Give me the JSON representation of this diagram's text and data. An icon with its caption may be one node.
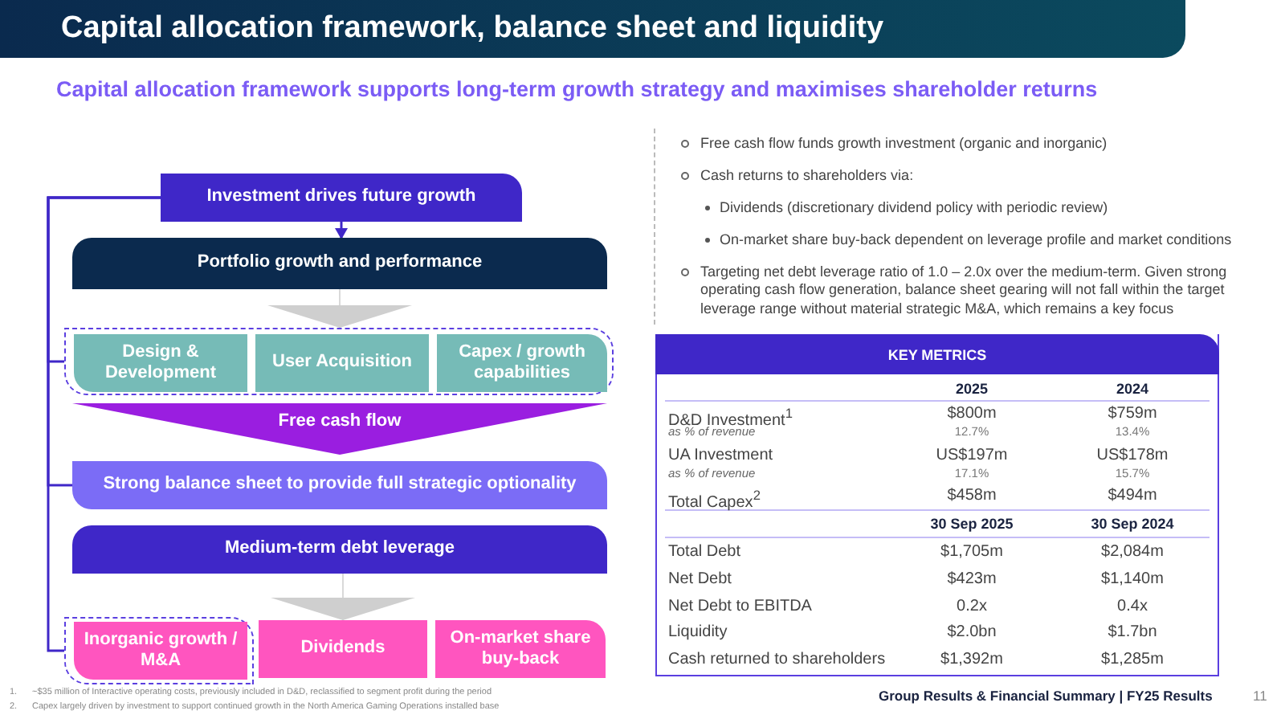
{
  "diagram": {
    "title": "Capital allocation framework, balance sheet and liquidity",
    "nodes": [
      {
        "text": [
          "Investment drives future growth"
        ]
      },
      {
        "text": [
          "Portfolio growth and performance"
        ]
      },
      {
        "text": [],
        "shape": "box"
      },
      {
        "text": [
          "Design & Development"
        ],
        "in": 2
      },
      {
        "text": [
          "User Acquisition"
        ],
        "in": 2
      },
      {
        "text": [
          "Capex / growth capabilities"
        ],
        "in": 2
      },
      {
        "text": [
          "Free cash flow"
        ]
      },
      {
        "text": [
          "Strong balance sheet to provide full strategic optionality"
        ]
      },
      {
        "text": [
          "Medium-term debt leverage"
        ]
      },
      {
        "text": [],
        "shape": "box"
      },
      {
        "text": [
          "Inorganic growth / M&A"
        ],
        "in": 9
      },
      {
        "text": [
          "Dividends"
        ]
      },
      {
        "text": [
          "On-market share buy-back"
        ]
      }
    ],
    "edges": [
      {
        "from": 0,
        "to": 1,
        "arrow": "to"
      },
      {
        "from": 0,
        "to": 2,
        "arrow": "none"
      },
      {
        "from": 0,
        "to": 7,
        "arrow": "none"
      },
      {
        "from": 0,
        "to": 9,
        "arrow": "none"
      },
      {
        "from": 1,
        "to": 2,
        "arrow": "to",
        "color": "#d9d9d9"
      },
      {
        "from": 8,
        "to": 11,
        "arrow": "to",
        "color": "#d9d9d9"
      }
    ],
    "labels": [
      "Capital allocation framework supports long-term growth strategy and maximises shareholder returns",
      "Free cash flow funds growth investment (organic and inorganic)",
      "Cash returns to shareholders via:",
      "Dividends (discretionary dividend policy with periodic review)",
      "On-market share buy-back dependent on leverage profile and market conditions",
      "Targeting net debt leverage ratio of 1.0 – 2.0x over the medium-term. Given strong operating cash flow generation, balance sheet gearing will not fall within the target leverage range without material strategic M&A, which remains a key focus",
      "KEY METRICS",
      "2025",
      "2024",
      "D&D Investment$^{1}$",
      "$800m",
      "$759m",
      "as % of revenue",
      "12.7%",
      "13.4%",
      "UA Investment",
      "US$197m",
      "US$178m",
      "as % of revenue",
      "17.1%",
      "15.7%",
      "Total Capex$^{2}$",
      "$458m",
      "$494m",
      "30 Sep 2025",
      "30 Sep 2024",
      "Total Debt",
      "$1,705m",
      "$2,084m",
      "Net Debt",
      "$423m",
      "$1,140m",
      "Net Debt to EBITDA",
      "0.2x",
      "0.4x",
      "Liquidity",
      "$2.0bn",
      "$1.7bn",
      "Cash returned to shareholders",
      "$1,392m",
      "$1,285m",
      "1.",
      "~$35 million of Interactive operating costs, previously included in D&D, reclassified to segment profit during the period",
      "2.",
      "Capex largely driven by investment to support continued growth in the North America Gaming Operations installed base",
      "Group Results & Financial Summary | FY25 Results",
      "11"
    ]
  }
}
